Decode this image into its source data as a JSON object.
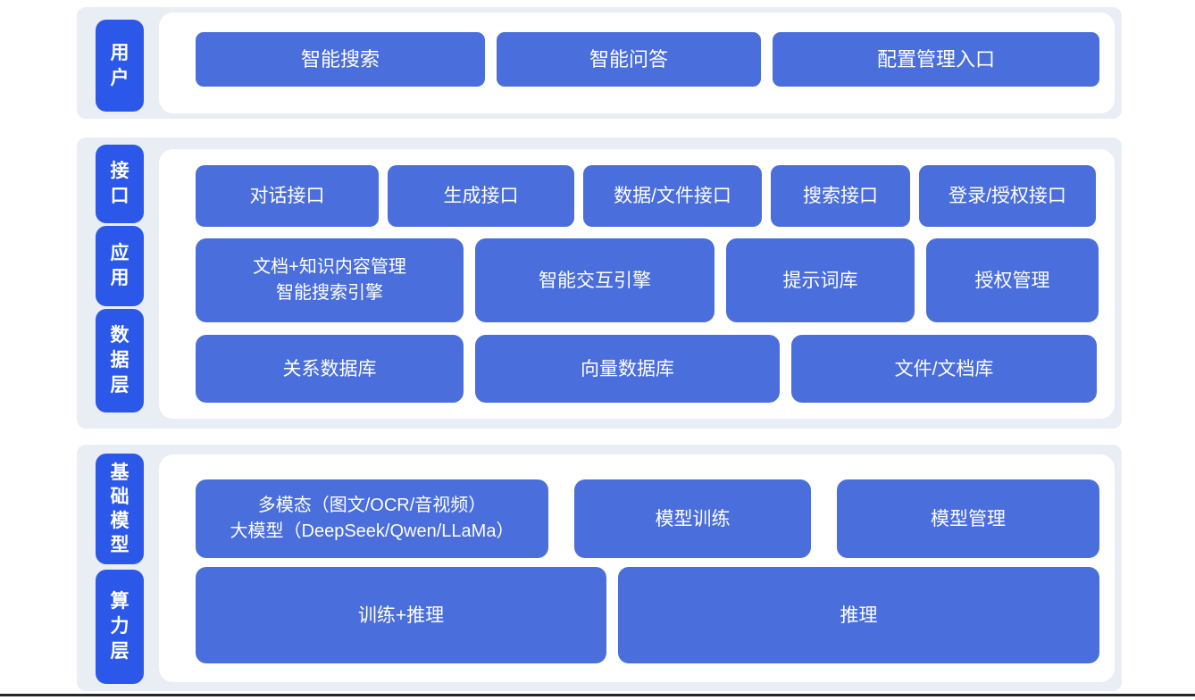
{
  "colors": {
    "label_blue": "#2b58e8",
    "block_blue": "#4a6edb",
    "section_bg": "#e9edf4",
    "panel_bg": "#ffffff",
    "text": "#ffffff",
    "bottom_line": "#262626"
  },
  "sections": {
    "user": {
      "label": "用\n户",
      "blocks": {
        "smart_search": "智能搜索",
        "smart_qa": "智能问答",
        "config_entry": "配置管理入口"
      }
    },
    "middle": {
      "labels": {
        "interface": "接\n口",
        "application": "应\n用",
        "data_layer": "数\n据\n层"
      },
      "api_row": {
        "dialog_api": "对话接口",
        "generation_api": "生成接口",
        "data_file_api": "数据/文件接口",
        "search_api": "搜索接口",
        "login_auth_api": "登录/授权接口"
      },
      "app_row": {
        "doc_knowledge_engine": "文档+知识内容管理\n智能搜索引擎",
        "interactive_engine": "智能交互引擎",
        "prompt_library": "提示词库",
        "auth_management": "授权管理"
      },
      "db_row": {
        "relational_db": "关系数据库",
        "vector_db": "向量数据库",
        "file_doc_store": "文件/文档库"
      }
    },
    "foundation": {
      "labels": {
        "foundation_model": "基\n础\n模\n型",
        "compute_layer": "算\n力\n层"
      },
      "model_row": {
        "multimodal_llm": "多模态（图文/OCR/音视频）\n大模型（DeepSeek/Qwen/LLaMa）",
        "model_training": "模型训练",
        "model_management": "模型管理"
      },
      "compute_row": {
        "training_inference": "训练+推理",
        "inference": "推理"
      }
    }
  }
}
